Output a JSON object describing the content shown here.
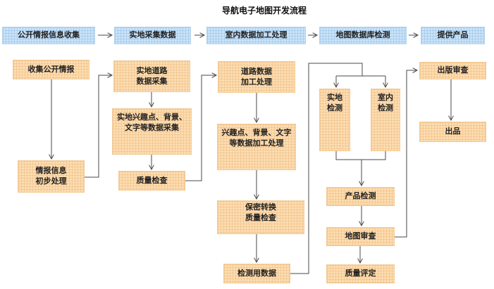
{
  "title": "导航电子地图开发流程",
  "phases": [
    {
      "label": "公开情报信息收集"
    },
    {
      "label": "实地采集数据"
    },
    {
      "label": "室内数据加工处理"
    },
    {
      "label": "地图数据库检测"
    },
    {
      "label": "提供产品"
    }
  ],
  "nodes": {
    "collect_open_intel": {
      "line1": "收集公开情报"
    },
    "intel_preprocess": {
      "line1": "情报信息",
      "line2": "初步处理"
    },
    "field_road_collect": {
      "line1": "实地道路",
      "line2": "数据采集"
    },
    "field_poi_collect": {
      "line1": "实地兴趣点、背景、",
      "line2": "文字等数据采集"
    },
    "field_quality_check": {
      "line1": "质量检查"
    },
    "road_data_process": {
      "line1": "道路数据",
      "line2": "加工处理"
    },
    "poi_data_process": {
      "line1": "兴趣点、背景、文字",
      "line2": "等数据加工处理"
    },
    "secure_convert_check": {
      "line1": "保密转换",
      "line2": "质量检查"
    },
    "test_data": {
      "line1": "检测用数据"
    },
    "field_test": {
      "line1": "实地",
      "line2": "检测"
    },
    "indoor_test": {
      "line1": "室内",
      "line2": "检测"
    },
    "product_test": {
      "line1": "产品检测"
    },
    "map_review": {
      "line1": "地图审查"
    },
    "quality_rating": {
      "line1": "质量评定"
    },
    "publish_review": {
      "line1": "出版审查"
    },
    "release": {
      "line1": "出品"
    }
  },
  "colors": {
    "phase_fill": "#CAE3F7",
    "phase_grid": "#8CB9E6",
    "node_fill": "#FCDDB2",
    "node_grid": "#EBAF6E",
    "connector": "#4A4A4A",
    "text": "#222222",
    "background": "#FFFFFF"
  }
}
